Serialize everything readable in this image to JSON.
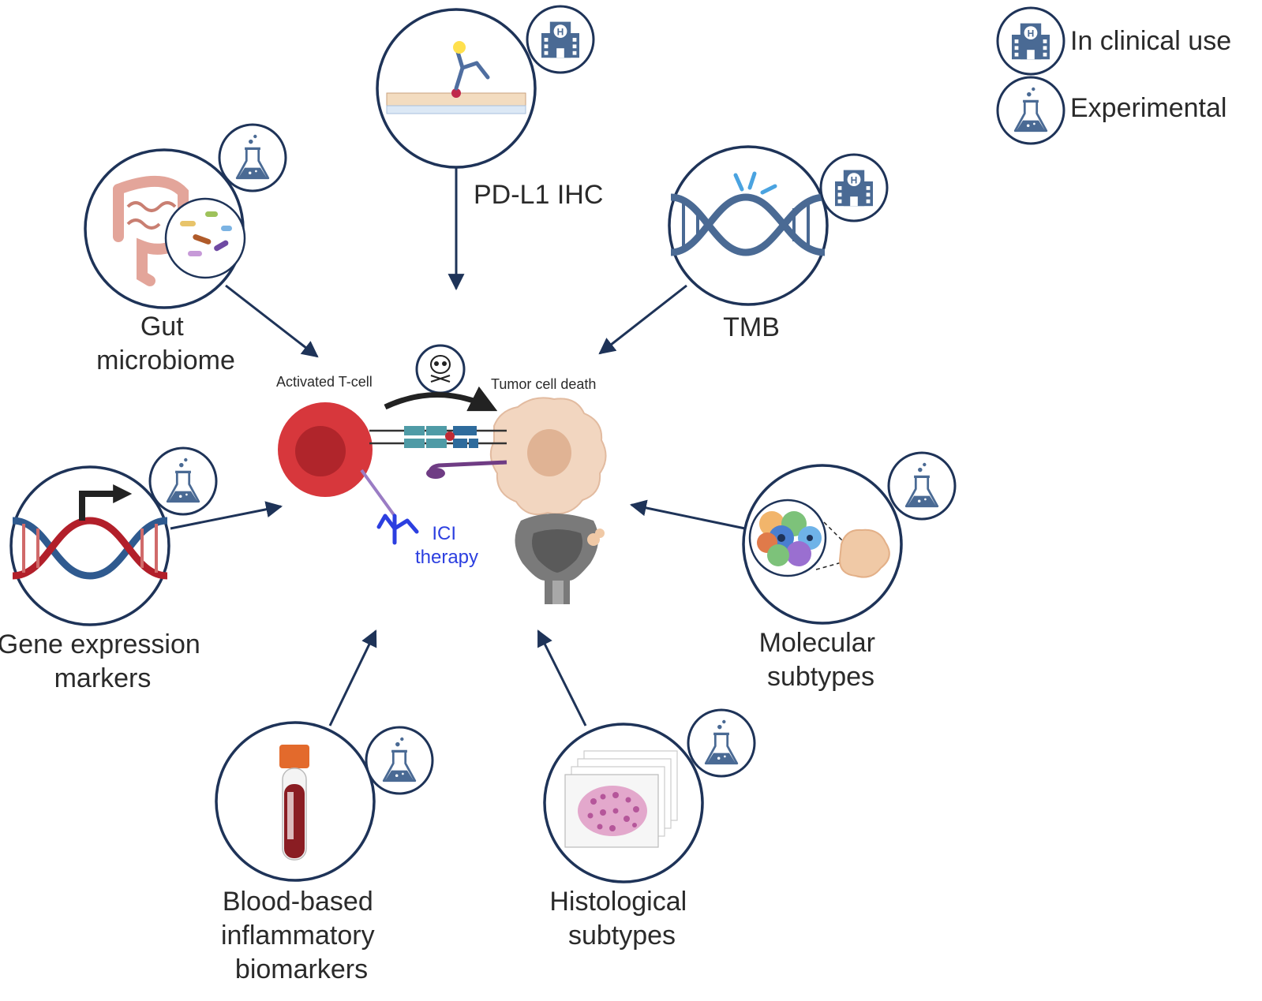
{
  "legend": {
    "clinical": "In clinical use",
    "experimental": "Experimental"
  },
  "center": {
    "tcell": "Activated T-cell",
    "tumor": "Tumor cell death",
    "ici_line1": "ICI",
    "ici_line2": "therapy"
  },
  "biomarkers": {
    "pdl1": {
      "lines": [
        "PD-L1 IHC"
      ],
      "status": "clinical"
    },
    "tmb": {
      "lines": [
        "TMB"
      ],
      "status": "clinical"
    },
    "gut": {
      "lines": [
        "Gut",
        "microbiome"
      ],
      "status": "experimental"
    },
    "gene": {
      "lines": [
        "Gene expression",
        "markers"
      ],
      "status": "experimental"
    },
    "molecular": {
      "lines": [
        "Molecular",
        "subtypes"
      ],
      "status": "experimental"
    },
    "blood": {
      "lines": [
        "Blood-based",
        "inflammatory",
        "biomarkers"
      ],
      "status": "experimental"
    },
    "histo": {
      "lines": [
        "Histological",
        "subtypes"
      ],
      "status": "experimental"
    }
  },
  "colors": {
    "navy": "#1e3358",
    "badge": "#4a6a94",
    "tcell": "#d7373c",
    "tumor": "#f2d6c0",
    "ici": "#2c3fe0"
  },
  "icons": {
    "clinical": "hospital-icon",
    "experimental": "flask-icon",
    "toxicity": "skull-icon"
  }
}
